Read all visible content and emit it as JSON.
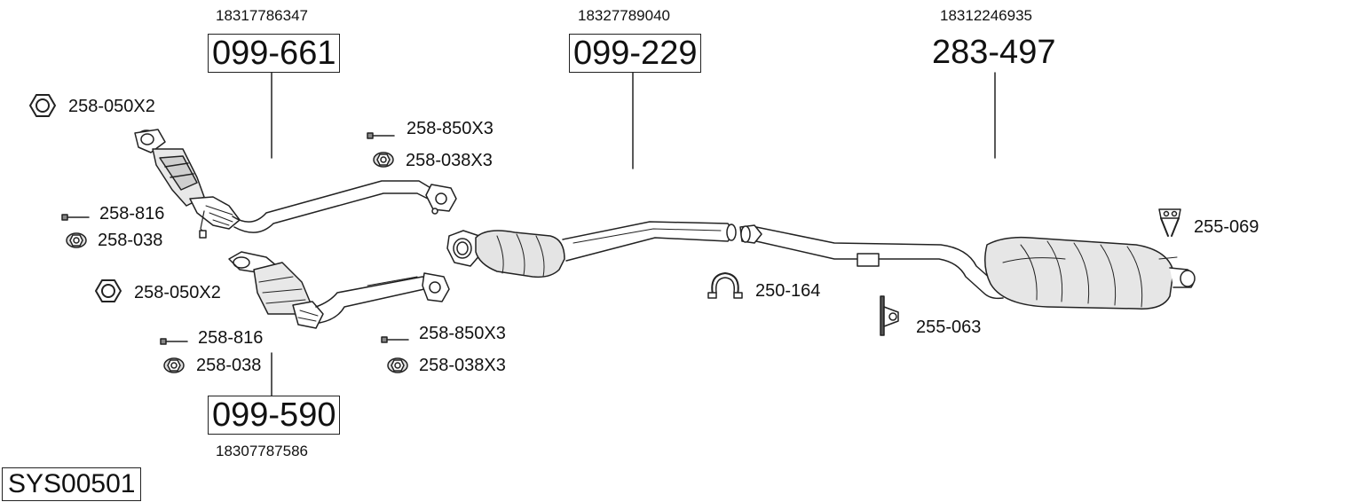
{
  "system_code": "SYS00501",
  "main_parts": [
    {
      "id": "front-pipe-upper",
      "part_no": "099-661",
      "oem": "18317786347",
      "boxed": true
    },
    {
      "id": "front-pipe-lower",
      "part_no": "099-590",
      "oem": "18307787586",
      "boxed": true
    },
    {
      "id": "center-pipe",
      "part_no": "099-229",
      "oem": "18327789040",
      "boxed": true
    },
    {
      "id": "rear-muffler",
      "part_no": "283-497",
      "oem": "18312246935",
      "boxed": false
    }
  ],
  "accessories": {
    "nut_upper": {
      "label": "258-050X2",
      "icon": "hex-nut-icon"
    },
    "bolt_upper_right": {
      "label": "258-850X3",
      "icon": "bolt-icon"
    },
    "flange_nut_upper_right": {
      "label": "258-038X3",
      "icon": "flange-nut-icon"
    },
    "bolt_upper_left": {
      "label": "258-816",
      "icon": "bolt-icon"
    },
    "flange_nut_upper_left": {
      "label": "258-038",
      "icon": "flange-nut-icon"
    },
    "nut_lower": {
      "label": "258-050X2",
      "icon": "hex-nut-icon"
    },
    "bolt_lower_left": {
      "label": "258-816",
      "icon": "bolt-icon"
    },
    "flange_nut_lower_left": {
      "label": "258-038",
      "icon": "flange-nut-icon"
    },
    "bolt_lower_right": {
      "label": "258-850X3",
      "icon": "bolt-icon"
    },
    "flange_nut_lower_right": {
      "label": "258-038X3",
      "icon": "flange-nut-icon"
    },
    "clamp": {
      "label": "250-164",
      "icon": "pipe-clamp-icon"
    },
    "mount_center": {
      "label": "255-063",
      "icon": "rubber-mount-icon"
    },
    "mount_rear": {
      "label": "255-069",
      "icon": "rubber-mount-icon"
    }
  }
}
